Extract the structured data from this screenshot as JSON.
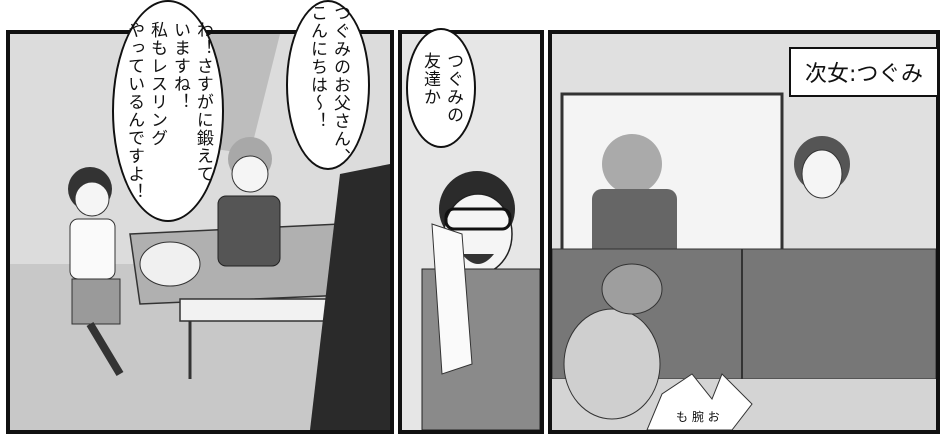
{
  "bubbles": {
    "b1": "わ！さすがに鍛えて\nいますね！\n私もレスリング\nやっているんですよ！",
    "b2": "つぐみのお父さん、\nこんにちは〜！",
    "b3": "つぐみの\n友達か"
  },
  "caption": "次女:つぐみ",
  "burst": "も 腕 お"
}
